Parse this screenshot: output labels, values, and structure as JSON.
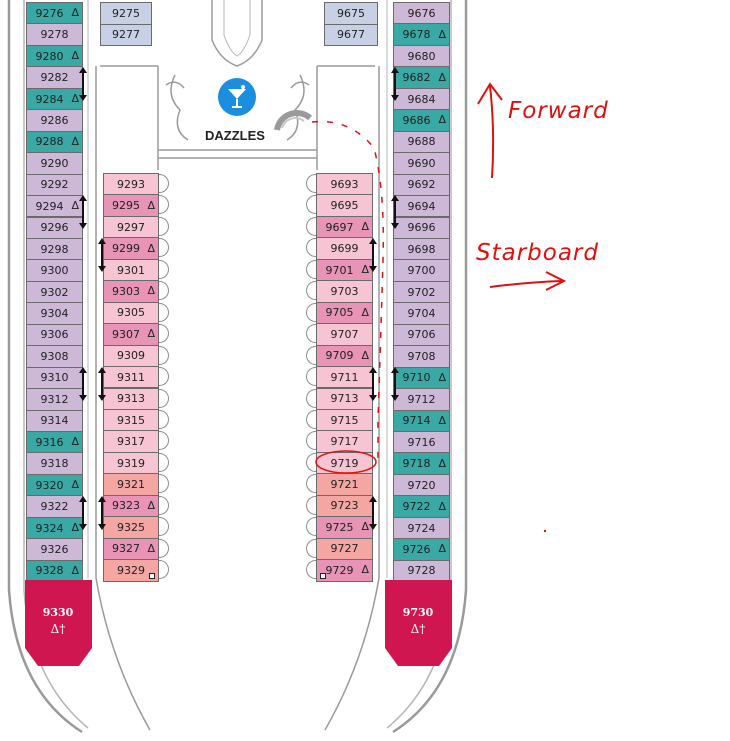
{
  "colors": {
    "lavender": "#cdb8d8",
    "teal": "#3aa8a5",
    "pink_light": "#f6c4d2",
    "pink_mid": "#e794b6",
    "salmon": "#f3a6a2",
    "blue_gray": "#c8d0e6",
    "suite": "#d01650",
    "hull": "#9a9a9a",
    "annotation": "#e01010",
    "venue_icon": "#1c8ee0"
  },
  "venue": {
    "name": "DAZZLES",
    "icon": "martini-glass-icon"
  },
  "annotations": {
    "forward": "Forward",
    "starboard": "Starboard",
    "circled_cabin": "9719"
  },
  "suites": [
    {
      "number": "9330",
      "sub": "Δ†"
    },
    {
      "number": "9730",
      "sub": "Δ†"
    }
  ],
  "columns": {
    "port_outer": [
      {
        "n": "9276",
        "c": "teal",
        "t": true
      },
      {
        "n": "9278",
        "c": "lavender",
        "t": false
      },
      {
        "n": "9280",
        "c": "teal",
        "t": true
      },
      {
        "n": "9282",
        "c": "lavender",
        "t": false
      },
      {
        "n": "9284",
        "c": "teal",
        "t": true
      },
      {
        "n": "9286",
        "c": "lavender",
        "t": false
      },
      {
        "n": "9288",
        "c": "teal",
        "t": true
      },
      {
        "n": "9290",
        "c": "lavender",
        "t": false
      },
      {
        "n": "9292",
        "c": "lavender",
        "t": false
      },
      {
        "n": "9294",
        "c": "lavender",
        "t": true
      },
      {
        "n": "9296",
        "c": "lavender",
        "t": false
      },
      {
        "n": "9298",
        "c": "lavender",
        "t": false
      },
      {
        "n": "9300",
        "c": "lavender",
        "t": false
      },
      {
        "n": "9302",
        "c": "lavender",
        "t": false
      },
      {
        "n": "9304",
        "c": "lavender",
        "t": false
      },
      {
        "n": "9306",
        "c": "lavender",
        "t": false
      },
      {
        "n": "9308",
        "c": "lavender",
        "t": false
      },
      {
        "n": "9310",
        "c": "lavender",
        "t": false
      },
      {
        "n": "9312",
        "c": "lavender",
        "t": false
      },
      {
        "n": "9314",
        "c": "lavender",
        "t": false
      },
      {
        "n": "9316",
        "c": "teal",
        "t": true
      },
      {
        "n": "9318",
        "c": "lavender",
        "t": false
      },
      {
        "n": "9320",
        "c": "teal",
        "t": true
      },
      {
        "n": "9322",
        "c": "lavender",
        "t": false
      },
      {
        "n": "9324",
        "c": "teal",
        "t": true
      },
      {
        "n": "9326",
        "c": "lavender",
        "t": false
      },
      {
        "n": "9328",
        "c": "teal",
        "t": true
      }
    ],
    "port_top_inner": [
      {
        "n": "9275",
        "c": "blue_gray",
        "t": false
      },
      {
        "n": "9277",
        "c": "blue_gray",
        "t": false
      }
    ],
    "port_inner": [
      {
        "n": "9293",
        "c": "pink_light",
        "t": false
      },
      {
        "n": "9295",
        "c": "pink_mid",
        "t": true
      },
      {
        "n": "9297",
        "c": "pink_light",
        "t": false
      },
      {
        "n": "9299",
        "c": "pink_mid",
        "t": true
      },
      {
        "n": "9301",
        "c": "pink_light",
        "t": false
      },
      {
        "n": "9303",
        "c": "pink_mid",
        "t": true
      },
      {
        "n": "9305",
        "c": "pink_light",
        "t": false
      },
      {
        "n": "9307",
        "c": "pink_mid",
        "t": true
      },
      {
        "n": "9309",
        "c": "pink_light",
        "t": false
      },
      {
        "n": "9311",
        "c": "pink_light",
        "t": false
      },
      {
        "n": "9313",
        "c": "pink_light",
        "t": false
      },
      {
        "n": "9315",
        "c": "pink_light",
        "t": false
      },
      {
        "n": "9317",
        "c": "pink_light",
        "t": false
      },
      {
        "n": "9319",
        "c": "pink_light",
        "t": false
      },
      {
        "n": "9321",
        "c": "salmon",
        "t": false
      },
      {
        "n": "9323",
        "c": "pink_mid",
        "t": true
      },
      {
        "n": "9325",
        "c": "salmon",
        "t": false
      },
      {
        "n": "9327",
        "c": "pink_mid",
        "t": true
      },
      {
        "n": "9329",
        "c": "salmon",
        "t": false,
        "sq": true
      }
    ],
    "stbd_top_inner": [
      {
        "n": "9675",
        "c": "blue_gray",
        "t": false
      },
      {
        "n": "9677",
        "c": "blue_gray",
        "t": false
      }
    ],
    "stbd_inner": [
      {
        "n": "9693",
        "c": "pink_light",
        "t": false
      },
      {
        "n": "9695",
        "c": "pink_light",
        "t": false
      },
      {
        "n": "9697",
        "c": "pink_mid",
        "t": true
      },
      {
        "n": "9699",
        "c": "pink_light",
        "t": false
      },
      {
        "n": "9701",
        "c": "pink_mid",
        "t": true
      },
      {
        "n": "9703",
        "c": "pink_light",
        "t": false
      },
      {
        "n": "9705",
        "c": "pink_mid",
        "t": true
      },
      {
        "n": "9707",
        "c": "pink_light",
        "t": false
      },
      {
        "n": "9709",
        "c": "pink_mid",
        "t": true
      },
      {
        "n": "9711",
        "c": "pink_light",
        "t": false
      },
      {
        "n": "9713",
        "c": "pink_light",
        "t": false
      },
      {
        "n": "9715",
        "c": "pink_light",
        "t": false
      },
      {
        "n": "9717",
        "c": "pink_light",
        "t": false
      },
      {
        "n": "9719",
        "c": "pink_light",
        "t": false
      },
      {
        "n": "9721",
        "c": "salmon",
        "t": false
      },
      {
        "n": "9723",
        "c": "salmon",
        "t": false
      },
      {
        "n": "9725",
        "c": "pink_mid",
        "t": true
      },
      {
        "n": "9727",
        "c": "salmon",
        "t": false
      },
      {
        "n": "9729",
        "c": "pink_mid",
        "t": true,
        "sq": true
      }
    ],
    "stbd_outer": [
      {
        "n": "9676",
        "c": "lavender",
        "t": false
      },
      {
        "n": "9678",
        "c": "teal",
        "t": true
      },
      {
        "n": "9680",
        "c": "lavender",
        "t": false
      },
      {
        "n": "9682",
        "c": "teal",
        "t": true
      },
      {
        "n": "9684",
        "c": "lavender",
        "t": false
      },
      {
        "n": "9686",
        "c": "teal",
        "t": true
      },
      {
        "n": "9688",
        "c": "lavender",
        "t": false
      },
      {
        "n": "9690",
        "c": "lavender",
        "t": false
      },
      {
        "n": "9692",
        "c": "lavender",
        "t": false
      },
      {
        "n": "9694",
        "c": "lavender",
        "t": false
      },
      {
        "n": "9696",
        "c": "lavender",
        "t": false
      },
      {
        "n": "9698",
        "c": "lavender",
        "t": false
      },
      {
        "n": "9700",
        "c": "lavender",
        "t": false
      },
      {
        "n": "9702",
        "c": "lavender",
        "t": false
      },
      {
        "n": "9704",
        "c": "lavender",
        "t": false
      },
      {
        "n": "9706",
        "c": "lavender",
        "t": false
      },
      {
        "n": "9708",
        "c": "lavender",
        "t": false
      },
      {
        "n": "9710",
        "c": "teal",
        "t": true
      },
      {
        "n": "9712",
        "c": "lavender",
        "t": false
      },
      {
        "n": "9714",
        "c": "teal",
        "t": true
      },
      {
        "n": "9716",
        "c": "lavender",
        "t": false
      },
      {
        "n": "9718",
        "c": "teal",
        "t": true
      },
      {
        "n": "9720",
        "c": "lavender",
        "t": false
      },
      {
        "n": "9722",
        "c": "teal",
        "t": true
      },
      {
        "n": "9724",
        "c": "lavender",
        "t": false
      },
      {
        "n": "9726",
        "c": "teal",
        "t": true
      },
      {
        "n": "9728",
        "c": "lavender",
        "t": false
      }
    ]
  }
}
